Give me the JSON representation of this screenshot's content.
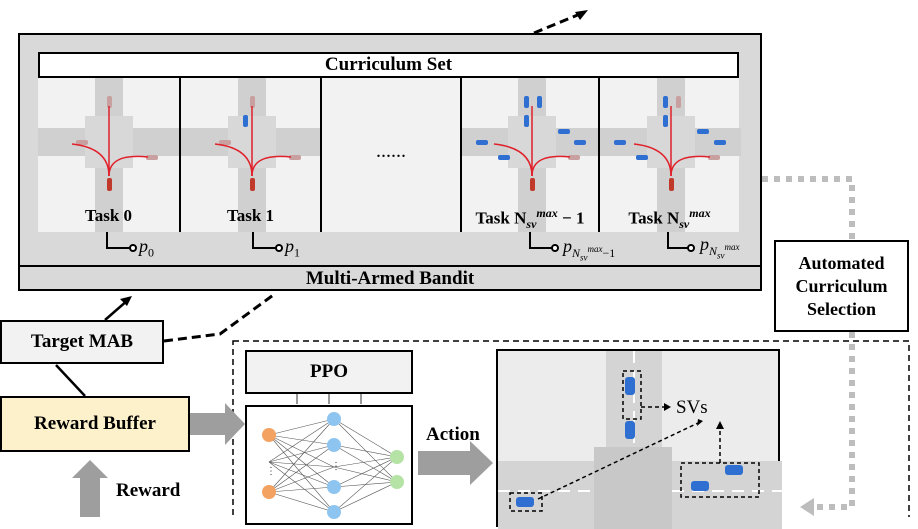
{
  "curriculum": {
    "title": "Curriculum Set",
    "ellipsis": "......",
    "tasks": [
      {
        "label": "Task 0",
        "prob": "p",
        "prob_sub": "0"
      },
      {
        "label": "Task 1",
        "prob": "p",
        "prob_sub": "1"
      },
      {
        "label": "Task N",
        "label_sub": "sv",
        "label_sup": "max",
        "label_tail": "− 1",
        "prob": "p",
        "prob_sub": "N",
        "prob_sub_sub": "sv",
        "prob_sub_sup": "max",
        "prob_sub_tail": "−1"
      },
      {
        "label": "Task N",
        "label_sub": "sv",
        "label_sup": "max",
        "prob": "p",
        "prob_sub": "N",
        "prob_sub_sub": "sv",
        "prob_sub_sup": "max"
      }
    ]
  },
  "mab": {
    "label": "Multi-Armed Bandit"
  },
  "target_mab": {
    "label": "Target MAB"
  },
  "reward_buffer": {
    "label": "Reward Buffer",
    "fill": "#fdf1cc"
  },
  "reward_arrow": {
    "label": "Reward"
  },
  "ppo": {
    "label": "PPO"
  },
  "action_arrow": {
    "label": "Action"
  },
  "svs": {
    "label": "SVs"
  },
  "auto_curriculum": {
    "line1": "Automated",
    "line2": "Curriculum",
    "line3": "Selection"
  },
  "colors": {
    "ego_car": "#c0392b",
    "sv_car": "#2f6fd1",
    "path_arrow": "#e0202a",
    "input_node": "#f4a261",
    "hidden_node": "#8ec5f0",
    "output_node": "#b5e3a6"
  }
}
